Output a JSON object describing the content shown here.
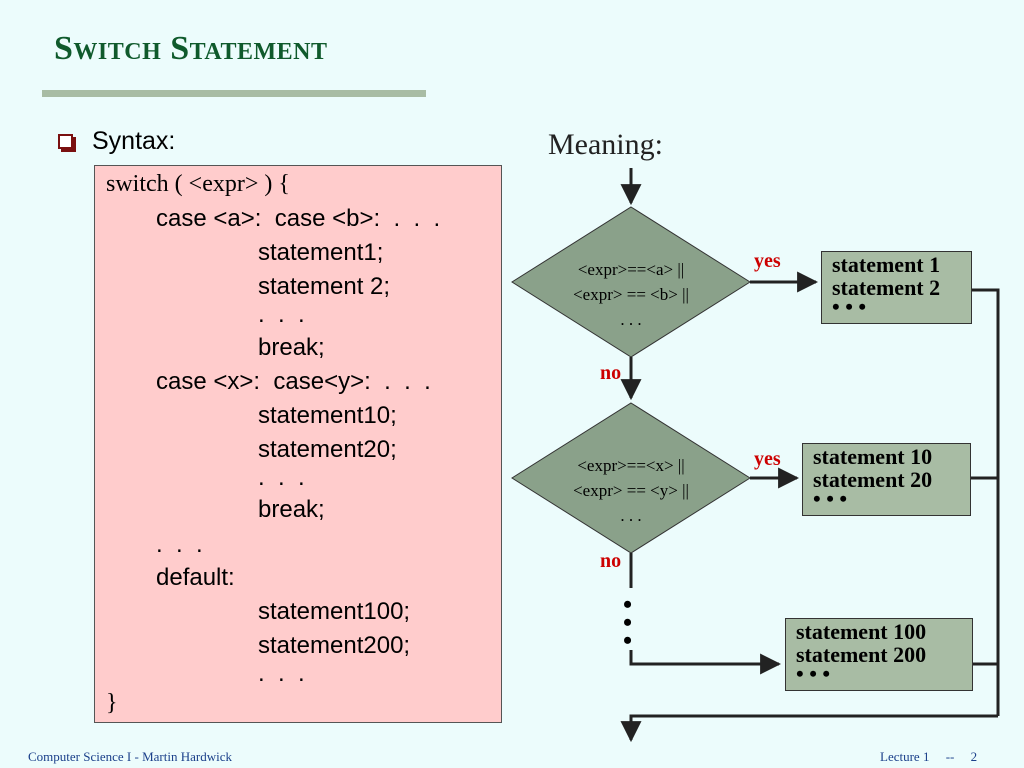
{
  "title": "Switch Statement",
  "syntax_label": "Syntax:",
  "meaning_label": "Meaning:",
  "code": {
    "line1": "switch ( <expr> ) {",
    "line2": "case <a>:  case <b>:  .  .  .",
    "line3": "statement1;",
    "line4": "statement 2;",
    "line5": ".  .  .",
    "line6": "break;",
    "line7": "case <x>:  case<y>:  .  .  .",
    "line8": "statement10;",
    "line9": "statement20;",
    "line10": ".  .  .",
    "line11": "break;",
    "line12": ".  .  .",
    "line13": "default:",
    "line14": "statement100;",
    "line15": "statement200;",
    "line16": ".  .  .",
    "line17": "}"
  },
  "flow": {
    "d1": {
      "line1": "<expr>==<a> ||",
      "line2": "<expr> == <b> ||",
      "line3": ".  .  ."
    },
    "d2": {
      "line1": "<expr>==<x> ||",
      "line2": "<expr> == <y> ||",
      "line3": ".  .  ."
    },
    "yes": "yes",
    "no": "no",
    "box1": {
      "line1": "statement 1",
      "line2": "statement 2",
      "line3": "•  •  •"
    },
    "box2": {
      "line1": "statement 10",
      "line2": "statement 20",
      "line3": "•  •  •"
    },
    "box3": {
      "line1": "statement 100",
      "line2": "statement 200",
      "line3": "•  •  •"
    },
    "vdots": "•\n•\n•"
  },
  "footer": {
    "left": "Computer Science I - Martin Hardwick",
    "right": "Lecture 1     --     2"
  },
  "colors": {
    "title": "#0f5a2c",
    "code_bg": "#ffcccc",
    "box_bg": "#a8bca4",
    "diamond": "#8aa18a",
    "label_red": "#cc0000",
    "footer": "#1a3f8a"
  }
}
